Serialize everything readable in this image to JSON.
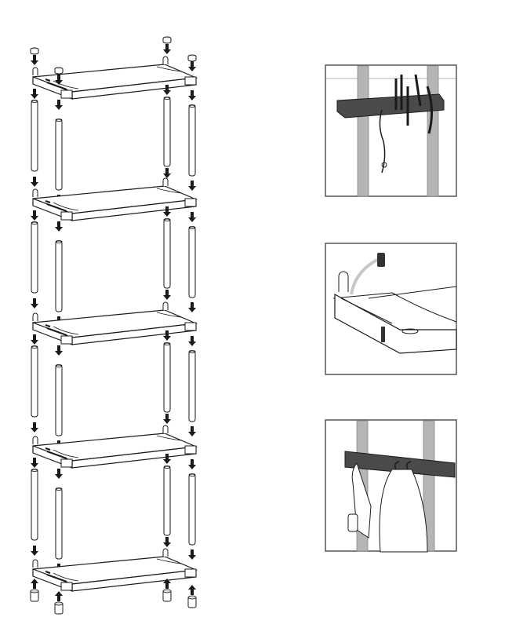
{
  "diagram": {
    "shelf_count": 5,
    "colors": {
      "line": "#1a1a1a",
      "pole_gray": "#b5b5b5",
      "bar_dark": "#4a4a4a",
      "arrow_gray": "#c8c8c8",
      "frame": "#555555"
    },
    "icons": [
      "down-arrow-icon",
      "up-arrow-icon",
      "foot-cap-icon",
      "clip-icon",
      "hook-icon"
    ],
    "detail_panels": [
      "tool-holder-bar",
      "clip-attachment",
      "hanging-hooks"
    ]
  }
}
